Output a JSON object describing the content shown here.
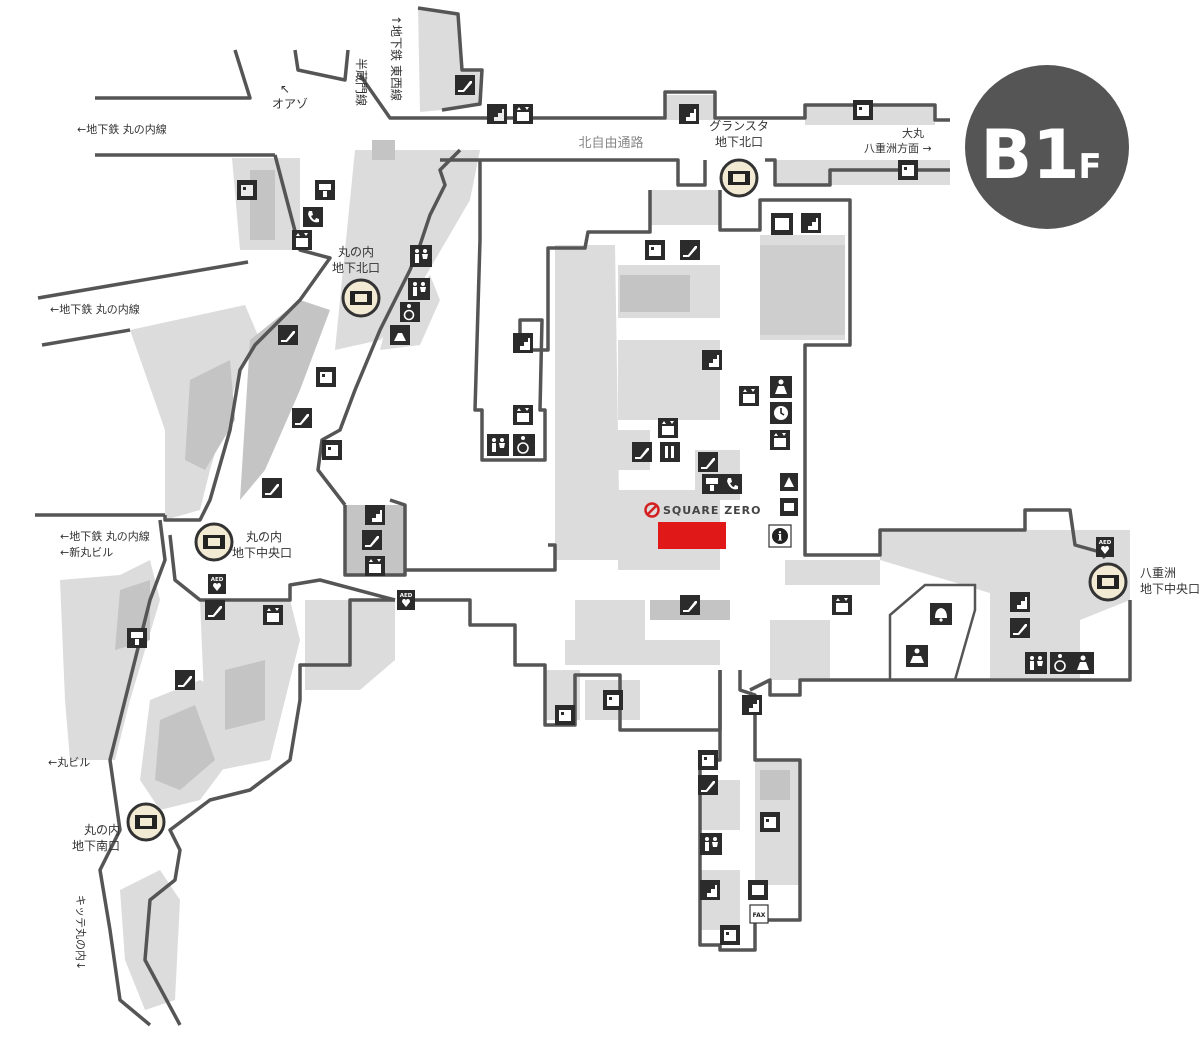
{
  "floor": {
    "number": "B1",
    "suffix": "F",
    "color": "#555555"
  },
  "highlight_color": "#e01818",
  "corridor": {
    "name": "北自由通路"
  },
  "gates": [
    {
      "id": "gransta-kita",
      "lines": [
        "グランスタ",
        "地下北口"
      ]
    },
    {
      "id": "marunouchi-kita",
      "lines": [
        "丸の内",
        "地下北口"
      ]
    },
    {
      "id": "marunouchi-chuo",
      "lines": [
        "丸の内",
        "地下中央口"
      ]
    },
    {
      "id": "marunouchi-minami",
      "lines": [
        "丸の内",
        "地下南口"
      ]
    },
    {
      "id": "yaesu-chuo",
      "lines": [
        "八重洲",
        "地下中央口"
      ]
    }
  ],
  "directions": {
    "tozai": "↑地下鉄 東西線",
    "hanzomon": "半蔵門線",
    "oazo_arrow": "↖",
    "oazo": "オアゾ",
    "marunouchi_line_top": "←地下鉄 丸の内線",
    "marunouchi_line_mid": "←地下鉄 丸の内線",
    "marunouchi_line_low": "←地下鉄 丸の内線",
    "shin_maru": "←新丸ビル",
    "maru_biru": "←丸ビル",
    "kitte": "キッテ丸の内↓",
    "daimaru": "大丸",
    "yaesu_hoomen": "八重洲方面 →"
  },
  "landmark": {
    "name": "SQUARE ZERO"
  },
  "icons": {
    "aed": "AED",
    "fax": "FAX",
    "info": "i"
  }
}
